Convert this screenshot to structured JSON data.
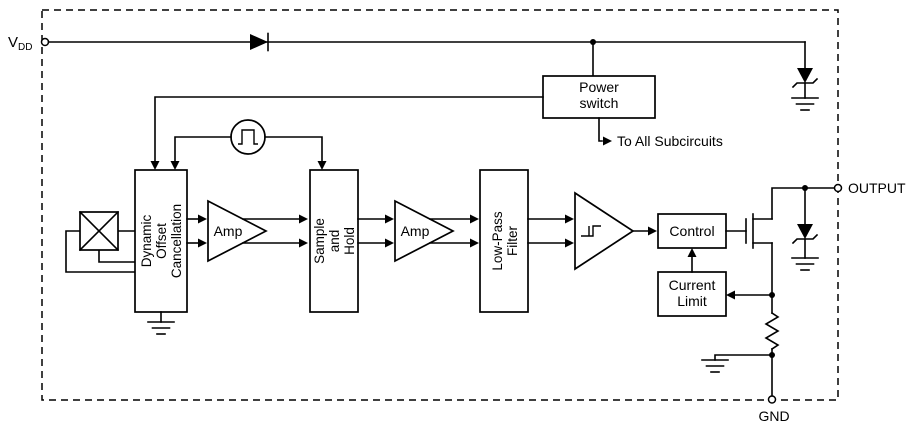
{
  "colors": {
    "line": "#000000",
    "background": "#ffffff"
  },
  "pins": {
    "vdd": {
      "name": "V",
      "subscript": "DD"
    },
    "output": {
      "name": "OUTPUT"
    },
    "gnd": {
      "name": "GND"
    }
  },
  "power": {
    "distribution_label": "To All Subcircuits"
  },
  "blocks": {
    "power_switch": {
      "lines": [
        "Power",
        "switch"
      ]
    },
    "dynamic_offset_cancellation": {
      "lines": [
        "Dynamic",
        "Offset",
        "Cancellation"
      ]
    },
    "amp1": {
      "label": "Amp"
    },
    "sample_and_hold": {
      "lines": [
        "Sample",
        "and",
        "Hold"
      ]
    },
    "amp2": {
      "label": "Amp"
    },
    "low_pass_filter": {
      "lines": [
        "Low-Pass",
        "Filter"
      ]
    },
    "control": {
      "label": "Control"
    },
    "current_limit": {
      "lines": [
        "Current",
        "Limit"
      ]
    }
  },
  "icons": {
    "series_diode": "diode",
    "clock": "clock-oscillator",
    "hall_element": "hall-plate",
    "schmitt_trigger": "comparator-with-hysteresis",
    "mosfet": "n-channel-mosfet",
    "zener_top": "zener-diode",
    "zener_output": "zener-diode",
    "resistor": "resistor",
    "ground": "ground"
  }
}
